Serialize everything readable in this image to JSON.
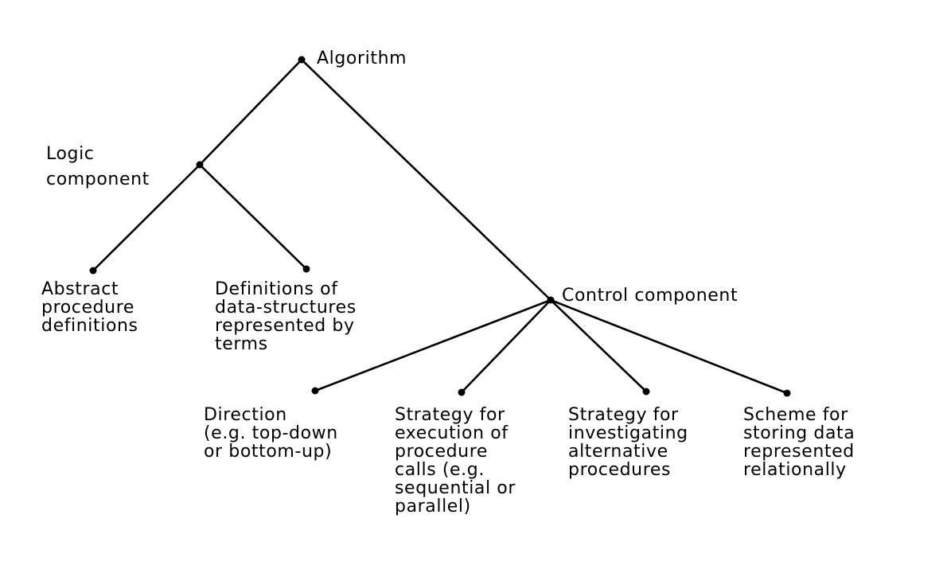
{
  "nodes": {
    "algorithm": {
      "lines": [
        "Algorithm"
      ]
    },
    "logic": {
      "lines": [
        "Logic",
        "component"
      ]
    },
    "control": {
      "lines": [
        "Control component"
      ]
    },
    "abstract": {
      "lines": [
        "Abstract",
        "procedure",
        "definitions"
      ]
    },
    "definitions": {
      "lines": [
        "Definitions of",
        "data-structures",
        "represented by",
        "terms"
      ]
    },
    "direction": {
      "lines": [
        "Direction",
        "(e.g. top-down",
        "or bottom-up)"
      ]
    },
    "execution": {
      "lines": [
        "Strategy for",
        "execution of",
        "procedure",
        "calls (e.g.",
        "sequential or",
        "parallel)"
      ]
    },
    "investigating": {
      "lines": [
        "Strategy for",
        "investigating",
        "alternative",
        "procedures"
      ]
    },
    "storing": {
      "lines": [
        "Scheme for",
        "storing data",
        "represented",
        "relationally"
      ]
    }
  },
  "edges": [
    [
      "algorithm",
      "logic"
    ],
    [
      "algorithm",
      "control"
    ],
    [
      "logic",
      "abstract"
    ],
    [
      "logic",
      "definitions"
    ],
    [
      "control",
      "direction"
    ],
    [
      "control",
      "execution"
    ],
    [
      "control",
      "investigating"
    ],
    [
      "control",
      "storing"
    ]
  ]
}
